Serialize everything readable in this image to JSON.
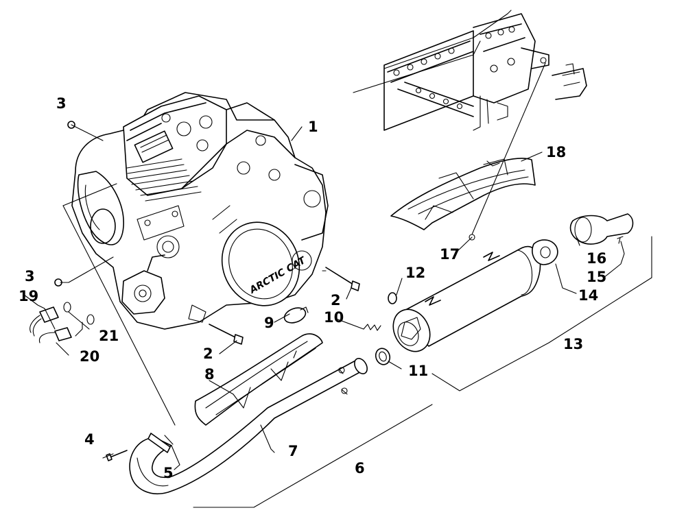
{
  "diagram": {
    "type": "exploded-parts-diagram",
    "callouts": [
      {
        "id": "c1",
        "label": "1"
      },
      {
        "id": "c2a",
        "label": "2"
      },
      {
        "id": "c2b",
        "label": "2"
      },
      {
        "id": "c3a",
        "label": "3"
      },
      {
        "id": "c3b",
        "label": "3"
      },
      {
        "id": "c4",
        "label": "4"
      },
      {
        "id": "c5",
        "label": "5"
      },
      {
        "id": "c6",
        "label": "6"
      },
      {
        "id": "c7",
        "label": "7"
      },
      {
        "id": "c8",
        "label": "8"
      },
      {
        "id": "c9",
        "label": "9"
      },
      {
        "id": "c10",
        "label": "10"
      },
      {
        "id": "c11",
        "label": "11"
      },
      {
        "id": "c12",
        "label": "12"
      },
      {
        "id": "c13",
        "label": "13"
      },
      {
        "id": "c14",
        "label": "14"
      },
      {
        "id": "c15",
        "label": "15"
      },
      {
        "id": "c16",
        "label": "16"
      },
      {
        "id": "c17",
        "label": "17"
      },
      {
        "id": "c18",
        "label": "18"
      },
      {
        "id": "c19",
        "label": "19"
      },
      {
        "id": "c20",
        "label": "20"
      },
      {
        "id": "c21",
        "label": "21"
      }
    ],
    "engine_logo_text": "ARCTIC CAT"
  }
}
